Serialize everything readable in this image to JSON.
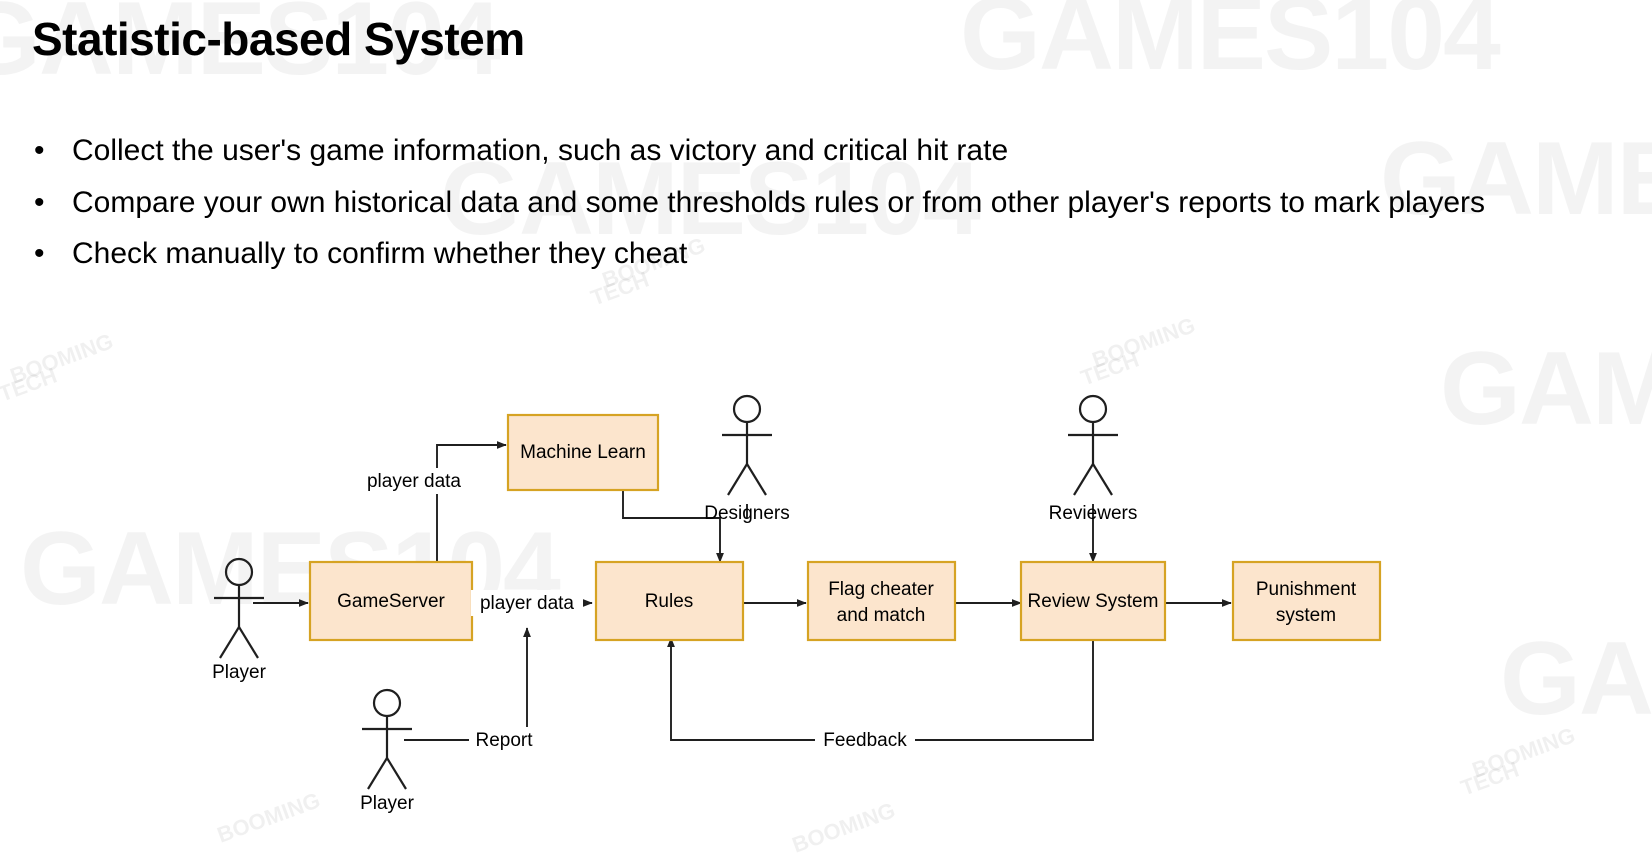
{
  "slide": {
    "title": "Statistic-based System",
    "bullet_marker": "•",
    "bullets": [
      "Collect the user's game information, such as victory and critical hit rate",
      "Compare your own historical data and some thresholds rules or from other player's reports to mark players",
      "Check manually to confirm whether they cheat"
    ]
  },
  "colors": {
    "node_fill": "#fce5cd",
    "node_border": "#d6a323",
    "edge": "#1f1f1f",
    "text": "#000000",
    "background": "#ffffff"
  },
  "diagram": {
    "type": "flowchart",
    "nodes": [
      {
        "id": "machine-learn",
        "label": "Machine Learn"
      },
      {
        "id": "gameserver",
        "label": "GameServer"
      },
      {
        "id": "rules",
        "label": "Rules"
      },
      {
        "id": "flag-cheater",
        "label_line1": "Flag cheater",
        "label_line2": "and match"
      },
      {
        "id": "review-system",
        "label": "Review System"
      },
      {
        "id": "punishment-system",
        "label_line1": "Punishment",
        "label_line2": "system"
      }
    ],
    "actors": [
      {
        "id": "player-top",
        "label": "Player"
      },
      {
        "id": "designers",
        "label": "Designers"
      },
      {
        "id": "reviewers",
        "label": "Reviewers"
      },
      {
        "id": "player-bottom",
        "label": "Player"
      }
    ],
    "edge_labels": [
      {
        "id": "player-data-up",
        "label": "player data"
      },
      {
        "id": "player-data-mid",
        "label": "player data"
      },
      {
        "id": "report",
        "label": "Report"
      },
      {
        "id": "feedback",
        "label": "Feedback"
      }
    ]
  },
  "watermarks": {
    "brand_big": "GAMES104",
    "brand_small_line1": "BOOMING",
    "brand_small_line2": "TECH"
  }
}
